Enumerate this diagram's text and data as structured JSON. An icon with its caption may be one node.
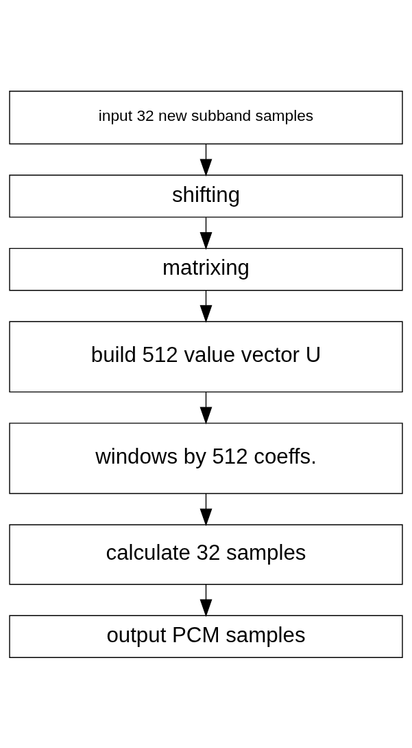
{
  "diagram": {
    "nodes": [
      {
        "text": [
          "input 32 new subband samples"
        ]
      },
      {
        "text": [
          "shifting"
        ]
      },
      {
        "text": [
          "matrixing"
        ]
      },
      {
        "text": [
          "build 512 value vector U"
        ]
      },
      {
        "text": [
          "windows by 512 coeffs."
        ]
      },
      {
        "text": [
          "calculate 32 samples"
        ]
      },
      {
        "text": [
          "output PCM samples"
        ]
      }
    ],
    "edges": [
      {
        "from": 0,
        "to": 1,
        "arrow": "to"
      },
      {
        "from": 1,
        "to": 2,
        "arrow": "to"
      },
      {
        "from": 2,
        "to": 3,
        "arrow": "to"
      },
      {
        "from": 3,
        "to": 4,
        "arrow": "to"
      },
      {
        "from": 4,
        "to": 5,
        "arrow": "to"
      },
      {
        "from": 5,
        "to": 6,
        "arrow": "to"
      }
    ]
  }
}
